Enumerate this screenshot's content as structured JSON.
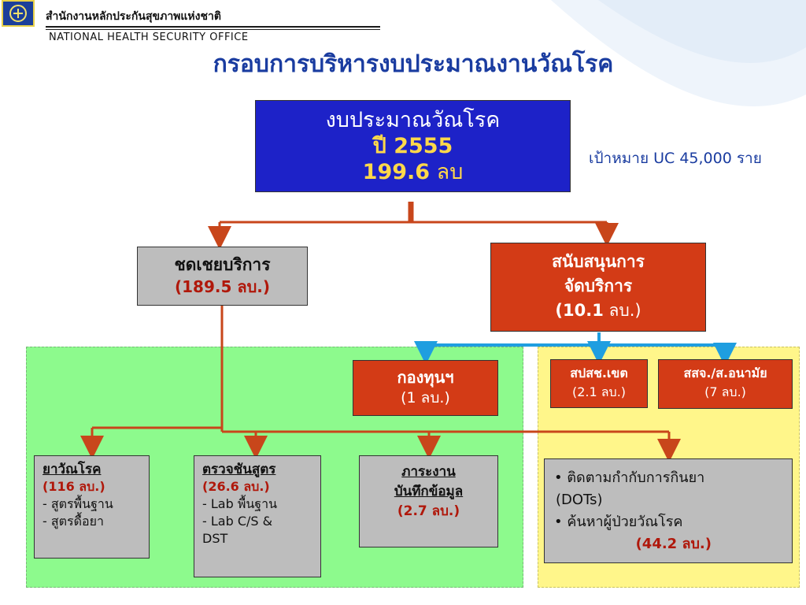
{
  "header": {
    "org_th": "สำนักงานหลักประกันสุขภาพแห่งชาติ",
    "org_en": "NATIONAL   HEALTH   SECURITY  OFFICE"
  },
  "title": "กรอบการบริหารงบประมาณงานวัณโรค",
  "root": {
    "line1": "งบประมาณวัณโรค",
    "line2": "ปี 2555",
    "line3_num": "199.6",
    "line3_unit": " ลบ"
  },
  "target": "เป้าหมาย UC 45,000 ราย",
  "comp": {
    "label": "ชดเชยบริการ",
    "amount": "(189.5 ลบ.)"
  },
  "support": {
    "line1": "สนับสนุนการ",
    "line2": "จัดบริการ",
    "amount_num": "(10.1",
    "amount_unit": " ลบ.)"
  },
  "fund": {
    "label": "กองทุนฯ",
    "amount": "(1 ลบ.)"
  },
  "region": {
    "label": "สปสช.เขต",
    "amount": "(2.1 ลบ.)"
  },
  "provincial": {
    "label": "สสจ./ส.อนามัย",
    "amount": "(7 ลบ.)"
  },
  "drugs": {
    "title": "ยาวัณโรค",
    "amount": "(116 ลบ.)",
    "items": [
      "- สูตรพื้นฐาน",
      "- สูตรดื้อยา"
    ]
  },
  "lab": {
    "title": "ตรวจชันสูตร",
    "amount": "(26.6 ลบ.)",
    "items": [
      "- Lab พื้นฐาน",
      "- Lab C/S &",
      "DST"
    ]
  },
  "records": {
    "title1": "ภาระงาน",
    "title2": "บันทึกข้อมูล",
    "amount": "(2.7 ลบ.)"
  },
  "followup": {
    "item1a": "• ติดตามกำกับการกินยา",
    "item1b": "(DOTs)",
    "item2": "• ค้นหาผู้ป่วยวัณโรค",
    "amount": "(44.2 ลบ.)"
  },
  "colors": {
    "title": "#1a3ca0",
    "root_box": "#1d22c8",
    "red_box": "#d33b16",
    "gray_box": "#bdbdbd",
    "green_zone": "#8dfa8d",
    "yellow_zone": "#fff68a",
    "connector_red": "#c8461b",
    "connector_blue": "#1f9ee0"
  }
}
